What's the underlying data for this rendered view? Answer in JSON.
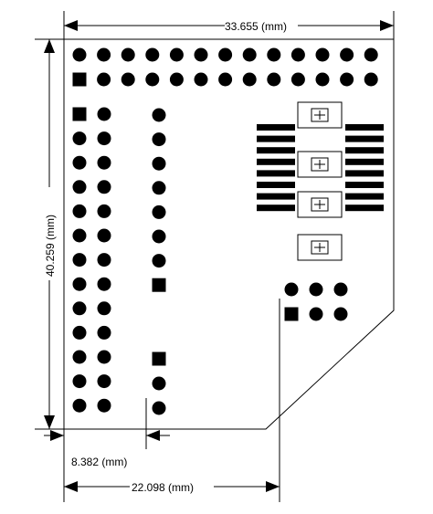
{
  "dimensions": {
    "width_label": "33.655 (mm)",
    "height_label": "40.259 (mm)",
    "offset_small_label": "8.382 (mm)",
    "offset_large_label": "22.098 (mm)"
  },
  "colors": {
    "ink": "#000000",
    "paper": "#ffffff"
  }
}
